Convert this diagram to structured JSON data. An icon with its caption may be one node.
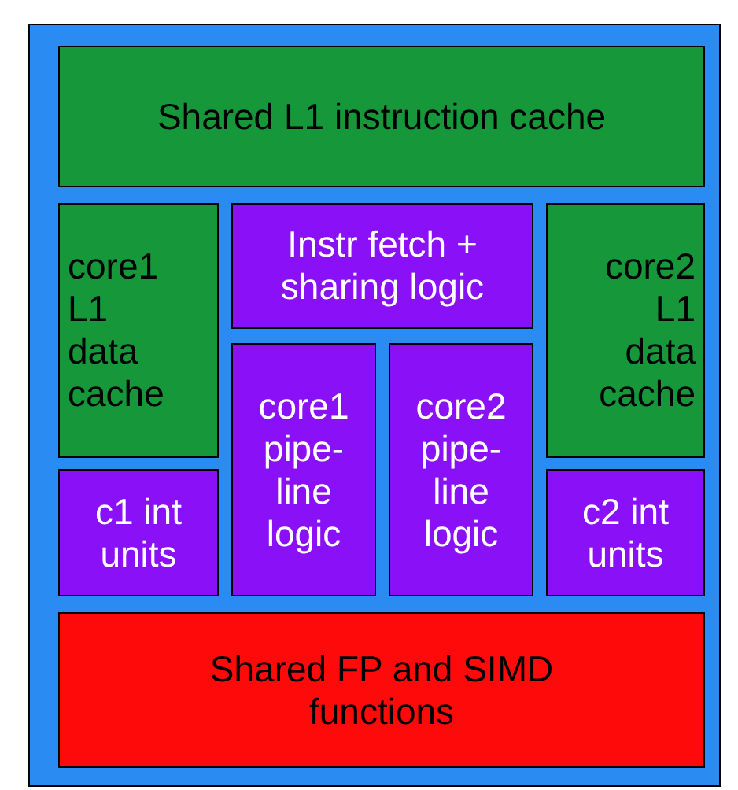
{
  "diagram": {
    "nodes": [
      {
        "text": [],
        "shape": "box"
      },
      {
        "text": [
          "Shared L1 instruction cache"
        ],
        "in": 0
      },
      {
        "text": [
          "core1 L1 data cache"
        ],
        "in": 0
      },
      {
        "text": [
          "Instr fetch + sharing logic"
        ],
        "in": 0
      },
      {
        "text": [
          "core2 L1 data cache"
        ],
        "in": 0
      },
      {
        "text": [
          "c1 int units"
        ],
        "in": 0
      },
      {
        "text": [
          "core1 pipe-line logic"
        ],
        "in": 0
      },
      {
        "text": [
          "core2 pipe-line logic"
        ],
        "in": 0
      },
      {
        "text": [
          "c2 int units"
        ],
        "in": 0
      },
      {
        "text": [
          "Shared FP and SIMD functions"
        ],
        "in": 0
      }
    ]
  }
}
